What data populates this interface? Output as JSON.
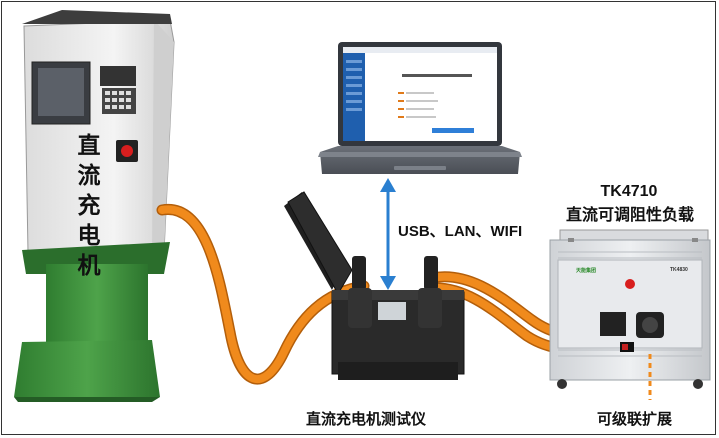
{
  "charger": {
    "label_chars": [
      "直",
      "流",
      "充",
      "电",
      "机"
    ]
  },
  "connection": {
    "label": "USB、LAN、WIFI"
  },
  "load": {
    "model": "TK4710",
    "description": "直流可调阻性负载",
    "panel_brand": "天能集团",
    "panel_model": "TK4830"
  },
  "tester": {
    "label": "直流充电机测试仪"
  },
  "expansion": {
    "label": "可级联扩展"
  },
  "colors": {
    "cable": "#f08a1c",
    "arrow": "#2a7fd0",
    "charger_green": "#3b8e3a",
    "charger_body": "#ebebeb"
  }
}
